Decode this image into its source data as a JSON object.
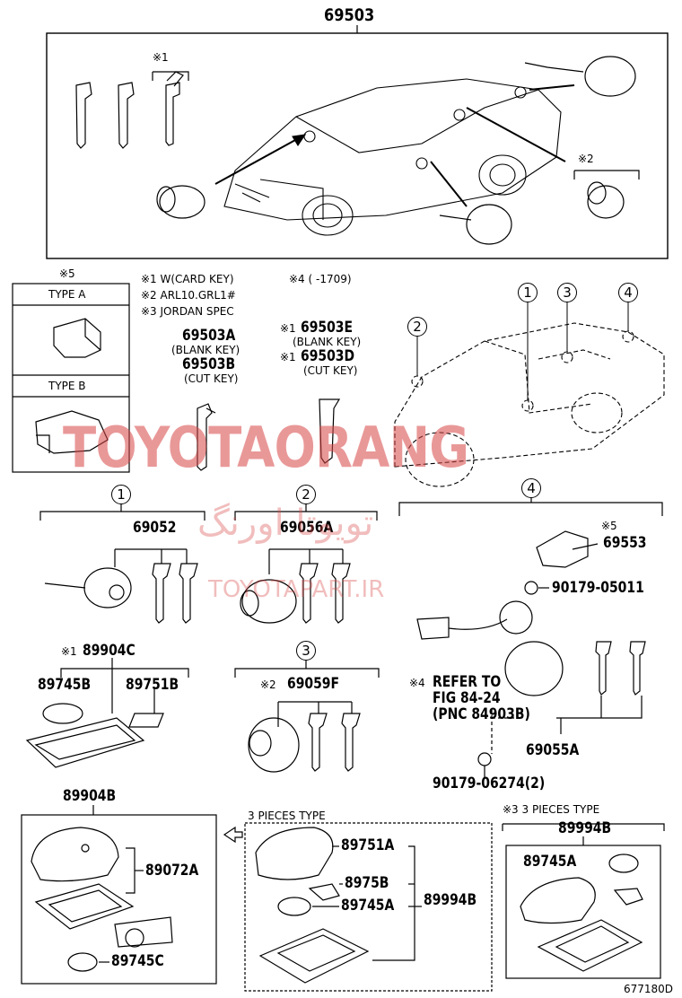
{
  "title_part": "69503",
  "figure_id": "677180D",
  "notes": {
    "n5_mark": "※5",
    "n1_mark": "※1",
    "n2_mark": "※2",
    "line1": "※1 W(CARD KEY)",
    "line2": "※2 ARL10.GRL1#",
    "line3": "※3 JORDAN SPEC",
    "line4": "※4 (     -1709)"
  },
  "type_panel": {
    "type_a": "TYPE A",
    "type_b": "TYPE B"
  },
  "keys": {
    "k1": "69503A",
    "k1_desc": "(BLANK KEY)",
    "k2": "69503B",
    "k2_desc": "(CUT KEY)",
    "k3_mark": "※1",
    "k3": "69503E",
    "k3_desc": "(BLANK KEY)",
    "k4_mark": "※1",
    "k4": "69503D",
    "k4_desc": "(CUT KEY)"
  },
  "callouts": [
    "1",
    "2",
    "3",
    "4"
  ],
  "groups": {
    "g1_circle": "1",
    "g1_part": "69052",
    "g2_circle": "2",
    "g2_part": "69056A",
    "g3_circle": "3",
    "g3_mark": "※2",
    "g3_part": "69059F",
    "g4_circle": "4",
    "g4_mark": "※5",
    "g4_part": "69553",
    "g4_bolt": "90179-05011",
    "g4_ref_mark": "※4",
    "g4_ref1": "REFER TO",
    "g4_ref2": "FIG 84-24",
    "g4_ref3": "(PNC 84903B)",
    "g4_cyl": "69055A",
    "g4_bolt2": "90179-06274(2)"
  },
  "card": {
    "mark": "※1",
    "part": "89904C",
    "p1": "89745B",
    "p2": "89751B"
  },
  "fob": {
    "part": "89904B",
    "cover": "89072A",
    "battery": "89745C"
  },
  "three_pc": {
    "label": "3 PIECES TYPE",
    "p1": "89751A",
    "p2": "8975B",
    "p3": "89745A",
    "assy": "89994B"
  },
  "three_pc_j": {
    "label": "※3 3 PIECES TYPE",
    "assy": "89994B",
    "p1": "89745A"
  },
  "watermarks": {
    "main": "TOYOTAORANG",
    "persian": "تویوتا اورنگ",
    "url": "TOYOTAPART.IR"
  }
}
